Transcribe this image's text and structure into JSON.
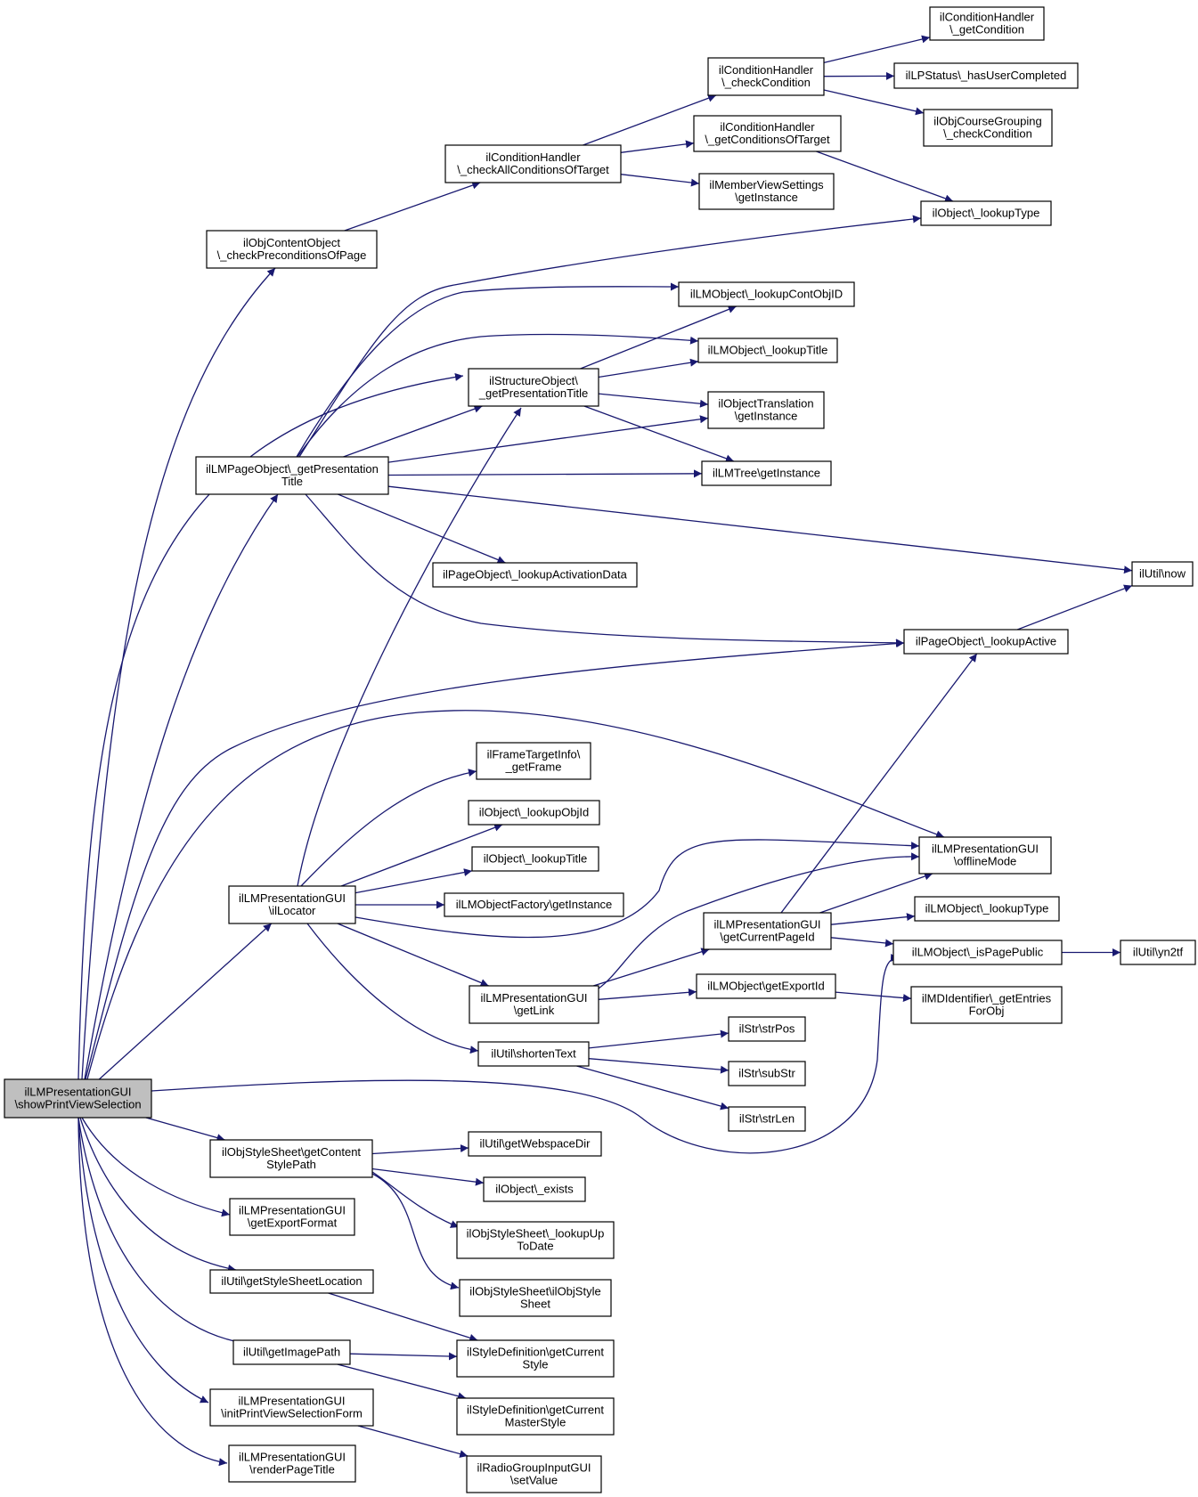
{
  "nodes": [
    {
      "id": "root",
      "lines": [
        "ilLMPresentationGUI",
        "\\showPrintViewSelection"
      ],
      "root": true
    },
    {
      "id": "checkPre",
      "lines": [
        "ilObjContentObject",
        "\\_checkPreconditionsOfPage"
      ]
    },
    {
      "id": "checkAll",
      "lines": [
        "ilConditionHandler",
        "\\_checkAllConditionsOfTarget"
      ]
    },
    {
      "id": "checkCond",
      "lines": [
        "ilConditionHandler",
        "\\_checkCondition"
      ]
    },
    {
      "id": "getCond",
      "lines": [
        "ilConditionHandler",
        "\\_getCondition"
      ]
    },
    {
      "id": "hasUser",
      "lines": [
        "ilLPStatus\\_hasUserCompleted"
      ]
    },
    {
      "id": "courseGrp",
      "lines": [
        "ilObjCourseGrouping",
        "\\_checkCondition"
      ]
    },
    {
      "id": "getCondsOf",
      "lines": [
        "ilConditionHandler",
        "\\_getConditionsOfTarget"
      ]
    },
    {
      "id": "memberView",
      "lines": [
        "ilMemberViewSettings",
        "\\getInstance"
      ]
    },
    {
      "id": "lookupType",
      "lines": [
        "ilObject\\_lookupType"
      ]
    },
    {
      "id": "lmPageTitle",
      "lines": [
        "ilLMPageObject\\_getPresentation",
        "Title"
      ]
    },
    {
      "id": "lookupContObj",
      "lines": [
        "ilLMObject\\_lookupContObjID"
      ]
    },
    {
      "id": "lmLookupTitle",
      "lines": [
        "ilLMObject\\_lookupTitle"
      ]
    },
    {
      "id": "structTitle",
      "lines": [
        "ilStructureObject\\",
        "_getPresentationTitle"
      ]
    },
    {
      "id": "objTrans",
      "lines": [
        "ilObjectTranslation",
        "\\getInstance"
      ]
    },
    {
      "id": "lmTree",
      "lines": [
        "ilLMTree\\getInstance"
      ]
    },
    {
      "id": "pageActData",
      "lines": [
        "ilPageObject\\_lookupActivationData"
      ]
    },
    {
      "id": "utilNow",
      "lines": [
        "ilUtil\\now"
      ]
    },
    {
      "id": "pageActive",
      "lines": [
        "ilPageObject\\_lookupActive"
      ]
    },
    {
      "id": "frameTarget",
      "lines": [
        "ilFrameTargetInfo\\",
        "_getFrame"
      ]
    },
    {
      "id": "lookupObjId",
      "lines": [
        "ilObject\\_lookupObjId"
      ]
    },
    {
      "id": "objLookupTitle",
      "lines": [
        "ilObject\\_lookupTitle"
      ]
    },
    {
      "id": "lmObjFactory",
      "lines": [
        "ilLMObjectFactory\\getInstance"
      ]
    },
    {
      "id": "locator",
      "lines": [
        "ilLMPresentationGUI",
        "\\ilLocator"
      ]
    },
    {
      "id": "offline",
      "lines": [
        "ilLMPresentationGUI",
        "\\offlineMode"
      ]
    },
    {
      "id": "curPage",
      "lines": [
        "ilLMPresentationGUI",
        "\\getCurrentPageId"
      ]
    },
    {
      "id": "lmLookupType",
      "lines": [
        "ilLMObject\\_lookupType"
      ]
    },
    {
      "id": "isPublic",
      "lines": [
        "ilLMObject\\_isPagePublic"
      ]
    },
    {
      "id": "yn2tf",
      "lines": [
        "ilUtil\\yn2tf"
      ]
    },
    {
      "id": "getLink",
      "lines": [
        "ilLMPresentationGUI",
        "\\getLink"
      ]
    },
    {
      "id": "exportId",
      "lines": [
        "ilLMObject\\getExportId"
      ]
    },
    {
      "id": "mdIdent",
      "lines": [
        "ilMDIdentifier\\_getEntries",
        "ForObj"
      ]
    },
    {
      "id": "shorten",
      "lines": [
        "ilUtil\\shortenText"
      ]
    },
    {
      "id": "strPos",
      "lines": [
        "ilStr\\strPos"
      ]
    },
    {
      "id": "subStr",
      "lines": [
        "ilStr\\subStr"
      ]
    },
    {
      "id": "strLen",
      "lines": [
        "ilStr\\strLen"
      ]
    },
    {
      "id": "contStyle",
      "lines": [
        "ilObjStyleSheet\\getContent",
        "StylePath"
      ]
    },
    {
      "id": "webspace",
      "lines": [
        "ilUtil\\getWebspaceDir"
      ]
    },
    {
      "id": "objExists",
      "lines": [
        "ilObject\\_exists"
      ]
    },
    {
      "id": "upToDate",
      "lines": [
        "ilObjStyleSheet\\_lookupUp",
        "ToDate"
      ]
    },
    {
      "id": "styleSheet",
      "lines": [
        "ilObjStyleSheet\\ilObjStyle",
        "Sheet"
      ]
    },
    {
      "id": "exportFmt",
      "lines": [
        "ilLMPresentationGUI",
        "\\getExportFormat"
      ]
    },
    {
      "id": "styleLoc",
      "lines": [
        "ilUtil\\getStyleSheetLocation"
      ]
    },
    {
      "id": "curStyle",
      "lines": [
        "ilStyleDefinition\\getCurrent",
        "Style"
      ]
    },
    {
      "id": "imagePath",
      "lines": [
        "ilUtil\\getImagePath"
      ]
    },
    {
      "id": "masterStyle",
      "lines": [
        "ilStyleDefinition\\getCurrent",
        "MasterStyle"
      ]
    },
    {
      "id": "initForm",
      "lines": [
        "ilLMPresentationGUI",
        "\\initPrintViewSelectionForm"
      ]
    },
    {
      "id": "radioGroup",
      "lines": [
        "ilRadioGroupInputGUI",
        "\\setValue"
      ]
    },
    {
      "id": "renderTitle",
      "lines": [
        "ilLMPresentationGUI",
        "\\renderPageTitle"
      ]
    }
  ],
  "edges": [
    [
      "root",
      "checkPre"
    ],
    [
      "root",
      "structTitle"
    ],
    [
      "root",
      "lmPageTitle"
    ],
    [
      "root",
      "pageActive"
    ],
    [
      "root",
      "offline"
    ],
    [
      "root",
      "locator"
    ],
    [
      "root",
      "isPublic"
    ],
    [
      "root",
      "contStyle"
    ],
    [
      "root",
      "exportFmt"
    ],
    [
      "root",
      "styleLoc"
    ],
    [
      "root",
      "imagePath"
    ],
    [
      "root",
      "initForm"
    ],
    [
      "root",
      "renderTitle"
    ],
    [
      "checkPre",
      "checkAll"
    ],
    [
      "checkAll",
      "checkCond"
    ],
    [
      "checkAll",
      "getCondsOf"
    ],
    [
      "checkAll",
      "memberView"
    ],
    [
      "checkCond",
      "getCond"
    ],
    [
      "checkCond",
      "hasUser"
    ],
    [
      "checkCond",
      "courseGrp"
    ],
    [
      "getCondsOf",
      "lookupType"
    ],
    [
      "lmPageTitle",
      "lookupType"
    ],
    [
      "lmPageTitle",
      "lookupContObj"
    ],
    [
      "lmPageTitle",
      "lmLookupTitle"
    ],
    [
      "lmPageTitle",
      "structTitle"
    ],
    [
      "lmPageTitle",
      "objTrans"
    ],
    [
      "lmPageTitle",
      "lmTree"
    ],
    [
      "lmPageTitle",
      "utilNow"
    ],
    [
      "lmPageTitle",
      "pageActData"
    ],
    [
      "lmPageTitle",
      "pageActive"
    ],
    [
      "structTitle",
      "lookupContObj"
    ],
    [
      "structTitle",
      "lmLookupTitle"
    ],
    [
      "structTitle",
      "objTrans"
    ],
    [
      "structTitle",
      "lmTree"
    ],
    [
      "pageActive",
      "utilNow"
    ],
    [
      "locator",
      "structTitle"
    ],
    [
      "locator",
      "frameTarget"
    ],
    [
      "locator",
      "lookupObjId"
    ],
    [
      "locator",
      "objLookupTitle"
    ],
    [
      "locator",
      "lmObjFactory"
    ],
    [
      "locator",
      "offline"
    ],
    [
      "locator",
      "getLink"
    ],
    [
      "locator",
      "shorten"
    ],
    [
      "getLink",
      "offline"
    ],
    [
      "getLink",
      "curPage"
    ],
    [
      "getLink",
      "exportId"
    ],
    [
      "curPage",
      "pageActive"
    ],
    [
      "curPage",
      "offline"
    ],
    [
      "curPage",
      "lmLookupType"
    ],
    [
      "curPage",
      "isPublic"
    ],
    [
      "isPublic",
      "yn2tf"
    ],
    [
      "exportId",
      "mdIdent"
    ],
    [
      "shorten",
      "strPos"
    ],
    [
      "shorten",
      "subStr"
    ],
    [
      "shorten",
      "strLen"
    ],
    [
      "contStyle",
      "webspace"
    ],
    [
      "contStyle",
      "objExists"
    ],
    [
      "contStyle",
      "upToDate"
    ],
    [
      "contStyle",
      "styleSheet"
    ],
    [
      "styleLoc",
      "curStyle"
    ],
    [
      "imagePath",
      "curStyle"
    ],
    [
      "imagePath",
      "masterStyle"
    ],
    [
      "initForm",
      "radioGroup"
    ]
  ]
}
